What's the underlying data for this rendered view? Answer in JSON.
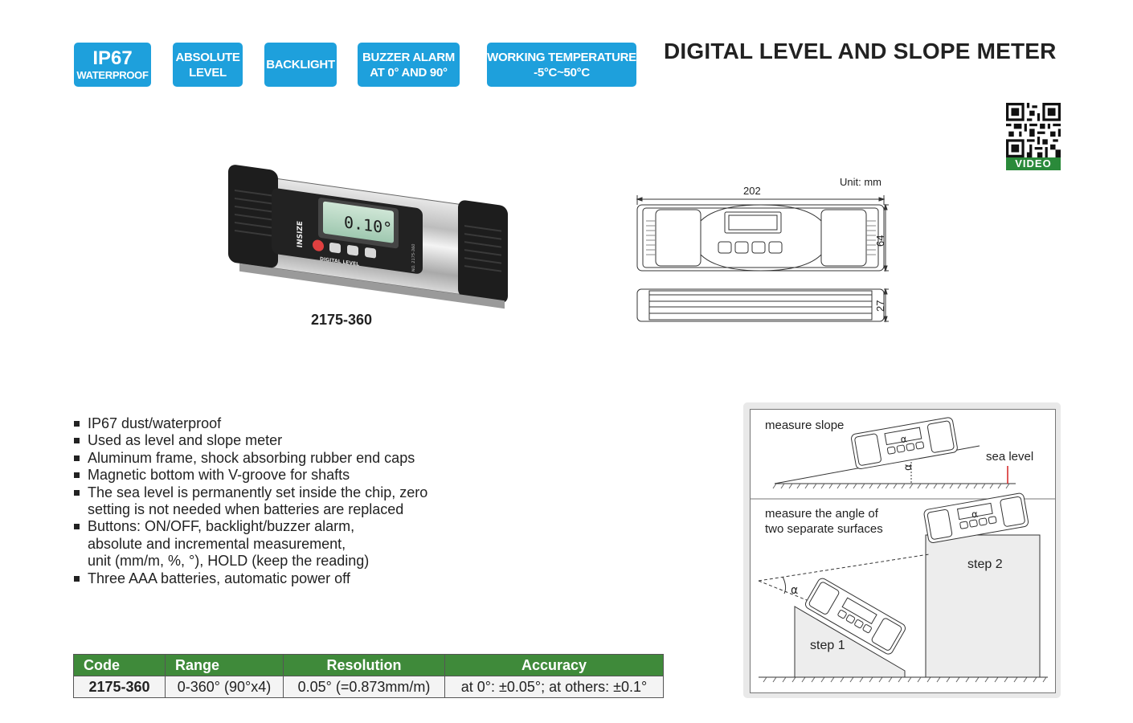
{
  "badges": [
    {
      "line1": "IP67",
      "line2": "WATERPROOF"
    },
    {
      "line1": "ABSOLUTE",
      "line2": "LEVEL"
    },
    {
      "line1": "BACKLIGHT"
    },
    {
      "line1": "BUZZER ALARM",
      "line2": "AT 0° AND 90°"
    },
    {
      "line1": "WORKING TEMPERATURE",
      "line2": "-5°C~50°C"
    }
  ],
  "title": "DIGITAL LEVEL AND SLOPE METER",
  "video_label": "VIDEO",
  "product": {
    "code": "2175-360",
    "display_reading": "0.10°",
    "brand_mark": "INSIZE",
    "device_label": "DIGITAL LEVEL",
    "model_mark": "NO. 2175-360"
  },
  "drawing": {
    "unit": "Unit: mm",
    "length": "202",
    "height": "64",
    "depth": "27"
  },
  "features": [
    "IP67 dust/waterproof",
    "Used as level and slope meter",
    "Aluminum frame, shock absorbing rubber end caps",
    "Magnetic bottom with V-groove for shafts",
    "The sea level is permanently set inside the chip, zero\nsetting is not needed when batteries are replaced",
    "Buttons: ON/OFF, backlight/buzzer alarm,\nabsolute and incremental measurement,\nunit (mm/m, %, °), HOLD (keep the reading)",
    "Three AAA batteries, automatic power off"
  ],
  "table": {
    "headers": [
      "Code",
      "Range",
      "Resolution",
      "Accuracy"
    ],
    "row": [
      "2175-360",
      "0-360° (90°x4)",
      "0.05° (=0.873mm/m)",
      "at 0°: ±0.05°; at others: ±0.1°"
    ]
  },
  "diagram": {
    "panel1_label": "measure slope",
    "sea_level": "sea level",
    "alpha": "α",
    "panel2_label_line1": "measure the angle of",
    "panel2_label_line2": "two separate surfaces",
    "step1": "step 1",
    "step2": "step 2"
  },
  "colors": {
    "badge_blue": "#1ea0dc",
    "table_header_green": "#3f8a3a",
    "video_green": "#2a8a3a",
    "sea_level_red": "#d42020"
  }
}
